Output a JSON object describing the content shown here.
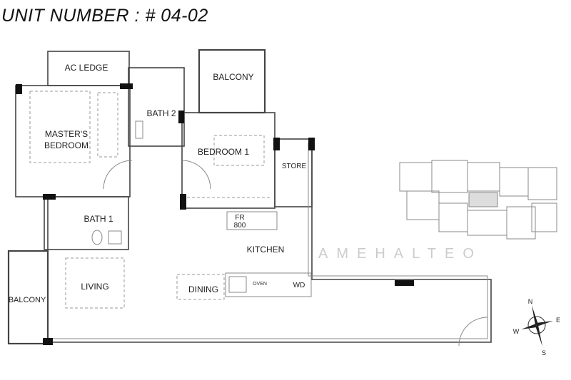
{
  "title": "UNIT NUMBER : # 04-02",
  "rooms": {
    "ac_ledge": "AC LEDGE",
    "balcony_top": "BALCONY",
    "masters_bedroom_1": "MASTER'S",
    "masters_bedroom_2": "BEDROOM",
    "bath2": "BATH 2",
    "bedroom1": "BEDROOM 1",
    "store": "STORE",
    "bath1": "BATH 1",
    "kitchen": "KITCHEN",
    "living": "LIVING",
    "dining": "DINING",
    "balcony_left": "BALCONY"
  },
  "fixtures": {
    "fridge_1": "FR",
    "fridge_2": "800",
    "oven": "OVEN",
    "wd": "WD"
  },
  "compass": {
    "n": "N",
    "e": "E",
    "s": "S",
    "w": "W"
  },
  "watermark": "AMEHALTEO"
}
